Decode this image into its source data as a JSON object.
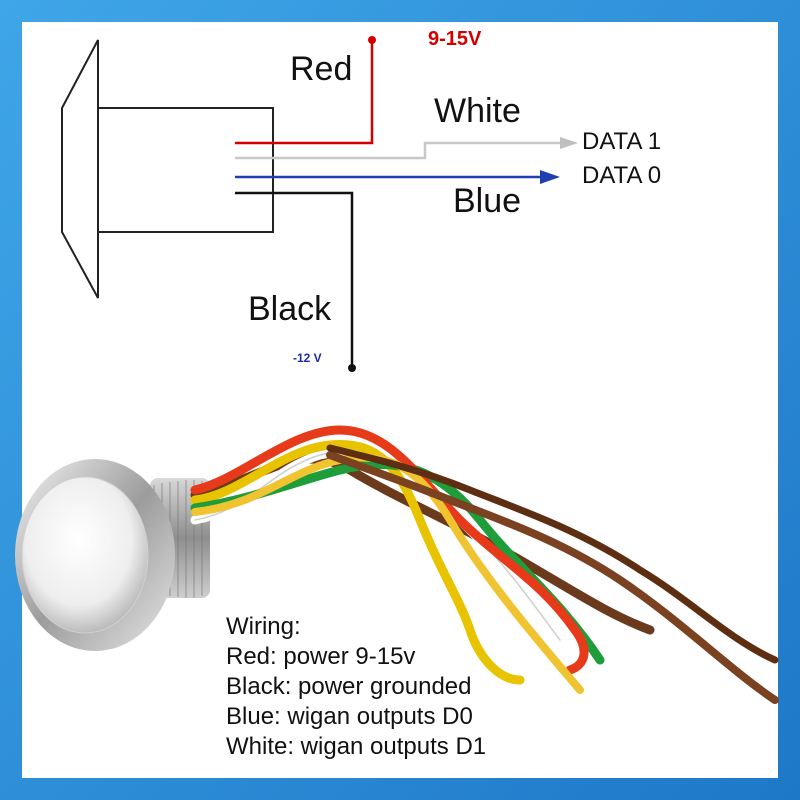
{
  "diagram": {
    "wires": {
      "red": "Red",
      "white": "White",
      "blue": "Blue",
      "black": "Black"
    },
    "voltages": {
      "positive": "9-15V",
      "negative": "-12 V"
    },
    "outputs": {
      "data1": "DATA 1",
      "data0": "DATA 0"
    },
    "colors": {
      "red": "#d40000",
      "white": "#c8c8c8",
      "blue": "#1f3fb0",
      "black": "#111111",
      "frame": "#2a8fd6"
    }
  },
  "notes": {
    "heading": "Wiring:",
    "lines": [
      "Red: power 9-15v",
      "Black: power grounded",
      "Blue: wigan outputs D0",
      "White: wigan outputs D1"
    ]
  }
}
